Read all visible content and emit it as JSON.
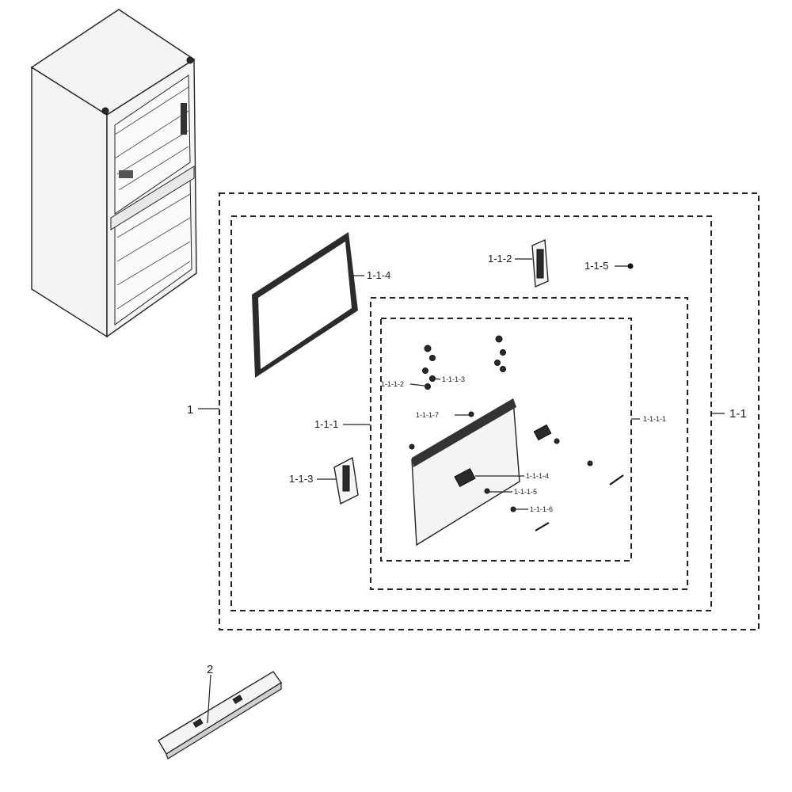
{
  "labels": {
    "assembly": "1",
    "sub_assembly": "1-1",
    "door_foam": "1-1-1",
    "door_foam_inner": "1-1-1-1",
    "screw_a": "1-1-1-2",
    "screw_b": "1-1-1-3",
    "bracket": "1-1-1-4",
    "screw_c": "1-1-1-5",
    "screw_d": "1-1-1-6",
    "screw_e": "1-1-1-7",
    "hinge_upper": "1-1-2",
    "hinge_lower": "1-1-3",
    "gasket": "1-1-4",
    "cap": "1-1-5",
    "handle": "2"
  }
}
